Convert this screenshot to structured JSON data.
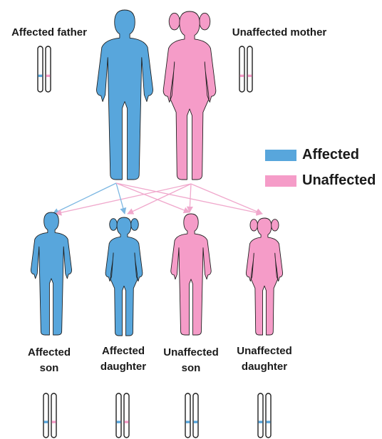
{
  "colors": {
    "affected": "#58a6dc",
    "unaffected": "#f59cc8",
    "outline": "#1f1f1f",
    "arrow_from_father": "#7cb7e2",
    "arrow_from_mother": "#f0a8cc"
  },
  "parents": {
    "father": {
      "label": "Affected father",
      "status": "affected",
      "chromosome_marks": [
        "affected",
        "unaffected"
      ]
    },
    "mother": {
      "label": "Unaffected mother",
      "status": "unaffected",
      "chromosome_marks": [
        "unaffected",
        "unaffected"
      ]
    }
  },
  "legend": [
    {
      "label": "Affected",
      "status": "affected"
    },
    {
      "label": "Unaffected",
      "status": "unaffected"
    }
  ],
  "children": [
    {
      "label_line1": "Affected",
      "label_line2": "son",
      "status": "affected",
      "sex": "male",
      "chromosome_marks": [
        "affected",
        "unaffected"
      ]
    },
    {
      "label_line1": "Affected",
      "label_line2": "daughter",
      "status": "affected",
      "sex": "female",
      "chromosome_marks": [
        "affected",
        "unaffected"
      ]
    },
    {
      "label_line1": "Unaffected",
      "label_line2": "son",
      "status": "unaffected",
      "sex": "male",
      "chromosome_marks": [
        "affected",
        "affected"
      ]
    },
    {
      "label_line1": "Unaffected",
      "label_line2": "daughter",
      "status": "unaffected",
      "sex": "female",
      "chromosome_marks": [
        "affected",
        "affected"
      ]
    }
  ]
}
